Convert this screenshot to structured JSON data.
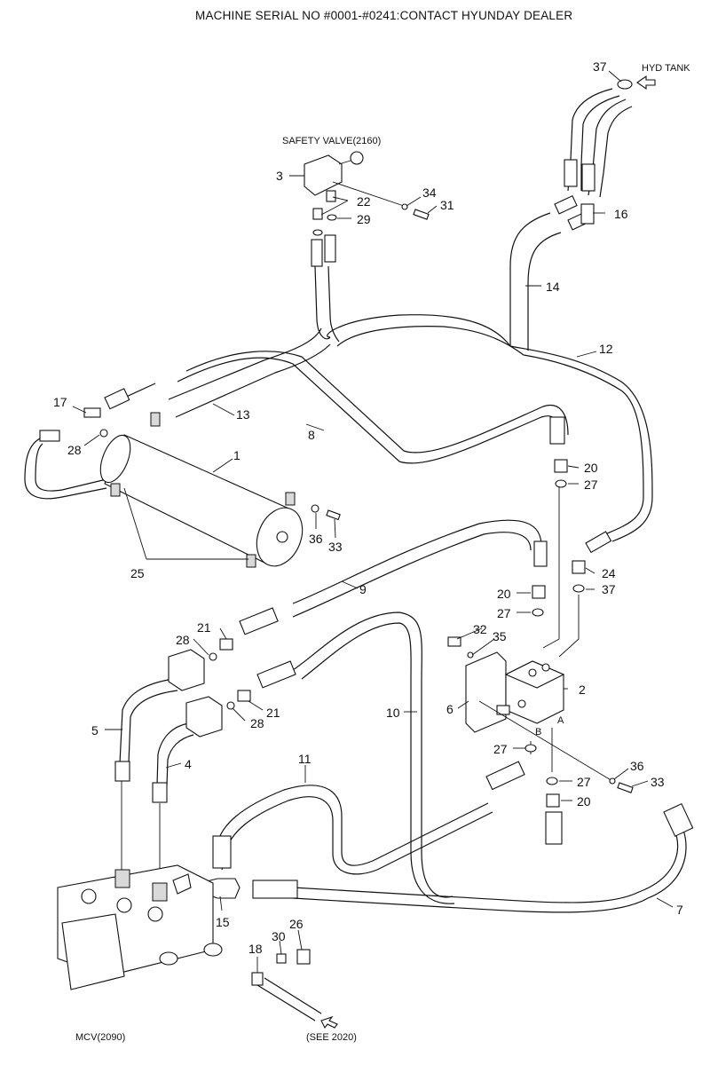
{
  "header": {
    "title": "MACHINE SERIAL NO #0001-#0241:CONTACT HYUNDAY DEALER"
  },
  "annotations": {
    "hyd_tank": "HYD TANK",
    "safety_valve": "SAFETY VALVE(2160)",
    "mcv": "MCV(2090)",
    "see_2020": "(SEE 2020)",
    "port_a": "A",
    "port_b": "B"
  },
  "callouts": {
    "p1": "1",
    "p2": "2",
    "p3": "3",
    "p4": "4",
    "p5": "5",
    "p6": "6",
    "p7": "7",
    "p8": "8",
    "p9": "9",
    "p10": "10",
    "p11": "11",
    "p12": "12",
    "p13": "13",
    "p14": "14",
    "p15": "15",
    "p16": "16",
    "p17": "17",
    "p18": "18",
    "p20a": "20",
    "p20b": "20",
    "p20c": "20",
    "p21a": "21",
    "p21b": "21",
    "p22": "22",
    "p24": "24",
    "p25": "25",
    "p26": "26",
    "p27a": "27",
    "p27b": "27",
    "p27c": "27",
    "p27d": "27",
    "p28a": "28",
    "p28b": "28",
    "p28c": "28",
    "p29": "29",
    "p30": "30",
    "p31": "31",
    "p32": "32",
    "p33a": "33",
    "p33b": "33",
    "p34": "34",
    "p35": "35",
    "p36a": "36",
    "p36b": "36",
    "p37a": "37",
    "p37b": "37"
  },
  "colors": {
    "ink": "#111111",
    "paper": "#ffffff",
    "shade": "#d9d9d9"
  }
}
